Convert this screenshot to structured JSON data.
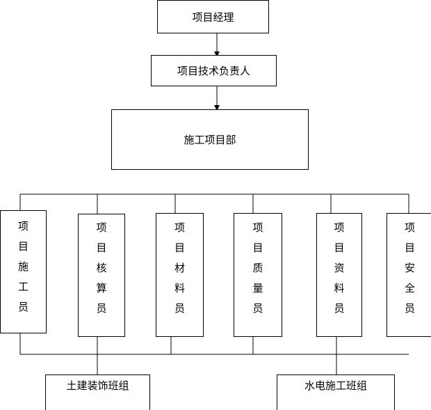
{
  "top": {
    "manager": "项目经理",
    "tech_lead": "项目技术负责人",
    "department": "施工项目部"
  },
  "staff": [
    {
      "chars": [
        "项",
        "目",
        "施",
        "工",
        "员"
      ]
    },
    {
      "chars": [
        "项",
        "目",
        "核",
        "算",
        "员"
      ]
    },
    {
      "chars": [
        "项",
        "目",
        "材",
        "料",
        "员"
      ]
    },
    {
      "chars": [
        "项",
        "目",
        "质",
        "量",
        "员"
      ]
    },
    {
      "chars": [
        "项",
        "目",
        "资",
        "料",
        "员"
      ]
    },
    {
      "chars": [
        "项",
        "目",
        "安",
        "全",
        "员"
      ]
    }
  ],
  "teams": {
    "civil": "土建装饰班组",
    "water_electric": "水电施工班组"
  }
}
